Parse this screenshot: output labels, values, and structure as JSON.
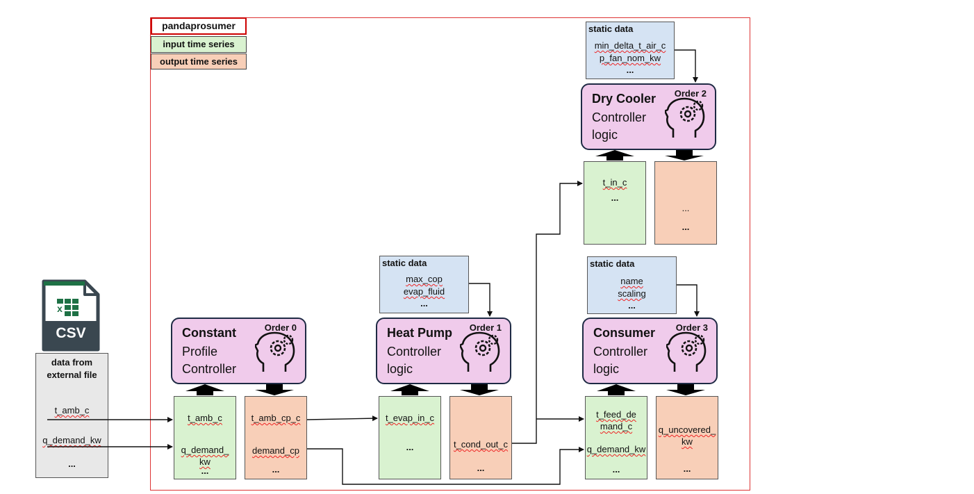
{
  "legend": {
    "title": "pandaprosumer",
    "input_label": "input time series",
    "output_label": "output time series"
  },
  "csv": {
    "icon_text": "CSV",
    "panel_title_line1": "data from",
    "panel_title_line2": "external file",
    "items": [
      "t_amb_c",
      "q_demand_kw",
      "..."
    ]
  },
  "controllers": [
    {
      "id": "constant",
      "order": "Order 0",
      "title": "Constant",
      "line2": "Profile",
      "line3": "Controller",
      "inputs": [
        "t_amb_c",
        "q_demand_\nkw",
        "..."
      ],
      "outputs": [
        "t_amb_cp_c",
        "demand_cp",
        "..."
      ]
    },
    {
      "id": "heat-pump",
      "order": "Order 1",
      "title": "Heat Pump",
      "line2": "Controller",
      "line3": "logic",
      "static_title": "static data",
      "static_items": [
        "max_cop",
        "evap_fluid",
        "..."
      ],
      "inputs": [
        "t_evap_in_c",
        "..."
      ],
      "outputs": [
        "t_cond_out_c",
        "..."
      ]
    },
    {
      "id": "dry-cooler",
      "order": "Order 2",
      "title": "Dry Cooler",
      "line2": "Controller",
      "line3": "logic",
      "static_title": "static data",
      "static_items": [
        "min_delta_t_air_c",
        "p_fan_nom_kw",
        "..."
      ],
      "inputs": [
        "t_in_c",
        "..."
      ],
      "outputs": [
        "...",
        "..."
      ]
    },
    {
      "id": "consumer",
      "order": "Order 3",
      "title": "Consumer",
      "line2": "Controller",
      "line3": "logic",
      "static_title": "static data",
      "static_items": [
        "name",
        "scaling",
        "..."
      ],
      "inputs": [
        "t_feed_de\nmand_c",
        "q_demand_kw",
        "..."
      ],
      "outputs": [
        "q_uncovered_\nkw",
        "..."
      ]
    }
  ],
  "icons": {
    "spreadsheet": "csv-file-icon",
    "controller": "head-gear-icon"
  },
  "colors": {
    "frame": "#dd3333",
    "controller_fill": "#f0cbeb",
    "input_fill": "#d9f2d0",
    "output_fill": "#f8cfb8",
    "static_fill": "#d5e3f3",
    "csv_panel_fill": "#e8e8e8",
    "excel_green": "#1e7145"
  }
}
